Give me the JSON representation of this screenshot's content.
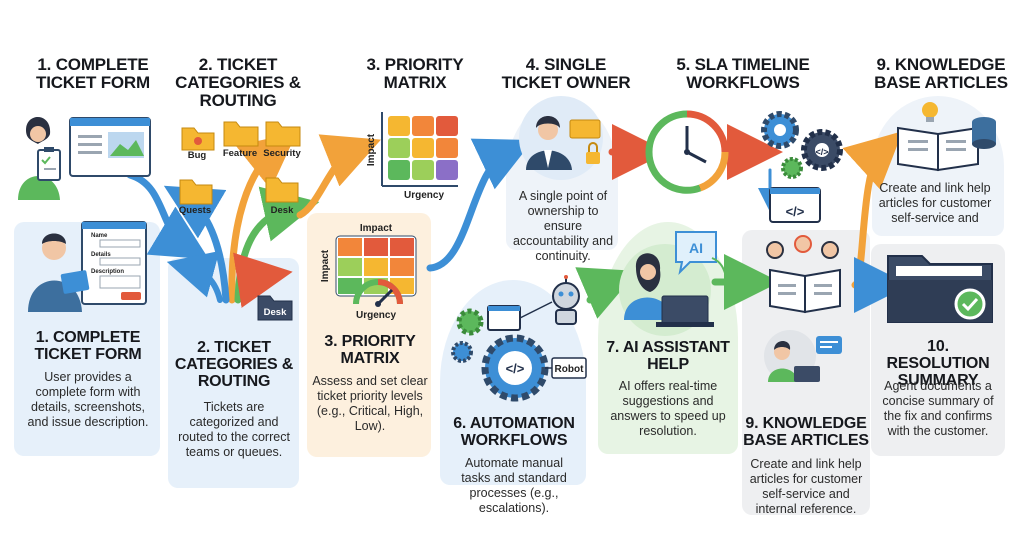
{
  "top": {
    "s1_title": "1. COMPLETE TICKET FORM",
    "s2_title": "2. TICKET CATEGORIES & ROUTING",
    "s3_title": "3. PRIORITY MATRIX",
    "s4_title": "4. SINGLE TICKET OWNER",
    "s5_title": "5. SLA TIMELINE WORKFLOWS",
    "s9_title": "9. KNOWLEDGE BASE ARTICLES"
  },
  "bottom": {
    "s1_title": "1. COMPLETE TICKET FORM",
    "s1_desc": "User provides a complete form with details, screenshots, and issue description.",
    "s2_title": "2. TICKET CATEGORIES & ROUTING",
    "s2_desc": "Tickets are categorized and routed to the correct teams or queues.",
    "s3_title": "3. PRIORITY MATRIX",
    "s3_desc": "Assess and set clear ticket priority levels (e.g., Critical, High, Low).",
    "s6_title": "6. AUTOMATION WORKFLOWS",
    "s6_desc": "Automate manual tasks and standard processes (e.g., escalations).",
    "s7_title": "7. AI ASSISTANT HELP",
    "s7_desc": "AI offers real-time suggestions and answers to speed up resolution.",
    "s9_title": "9. KNOWLEDGE BASE ARTICLES",
    "s9_desc": "Create and link help articles for customer self-service and internal reference.",
    "s10_title": "10. RESOLUTION SUMMARY",
    "s10_desc": "Agent documents a concise summary of the fix and confirms with the customer."
  },
  "middle": {
    "s4_desc": "A single point of ownership to ensure accountability and continuity.",
    "s9_desc": "Create and link help articles for customer self-service and"
  },
  "labels": {
    "folder_bug": "Bug",
    "folder_feature": "Feature",
    "folder_security": "Security",
    "folder_quests": "Quests",
    "folder_desk": "Desk",
    "folder_desk2": "Desk",
    "matrix_impact": "Impact",
    "matrix_urgency": "Urgency",
    "form_name": "Name",
    "form_details": "Details",
    "form_description": "Description",
    "robot": "Robot",
    "ai": "AI"
  },
  "colors": {
    "blue_panel": "#e6f0fa",
    "green_panel": "#e7f4e4",
    "orange_panel": "#fdf0de",
    "grey_panel": "#eeeff1",
    "arrow_orange": "#f2a23a",
    "arrow_blue": "#3d8fd6",
    "arrow_green": "#5cb85c",
    "arrow_red": "#e25a3c"
  }
}
